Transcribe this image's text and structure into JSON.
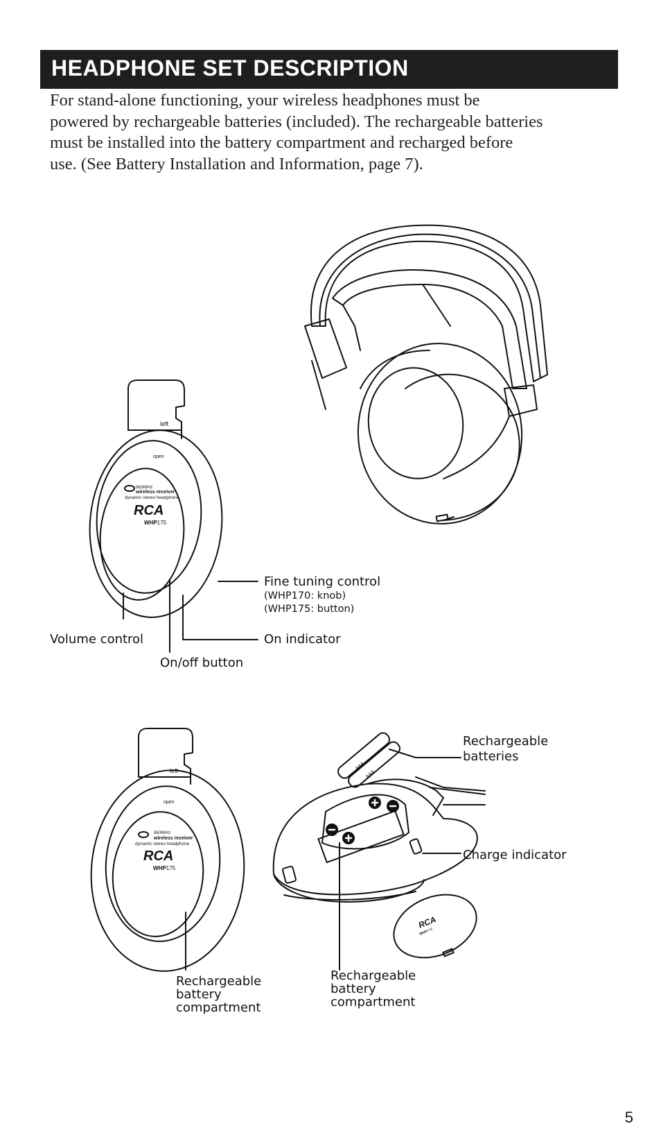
{
  "header": {
    "title": "HEADPHONE SET DESCRIPTION"
  },
  "intro": {
    "lines": [
      "For stand-alone functioning, your wireless headphones must be",
      "powered by rechargeable batteries (included). The rechargeable batteries",
      "must be installed into the battery compartment and recharged before",
      "use. (See Battery Installation and Information, page 7)."
    ]
  },
  "earcup": {
    "side_label": "left",
    "open_label": "open",
    "frequency": "863MHz",
    "receiver": "wireless receiver",
    "description": "dynamic stereo headphone",
    "brand": "RCA",
    "model_prefix": "WHP",
    "model_number": "175"
  },
  "battery_label": "AAA",
  "callouts": {
    "fine_tuning": "Fine tuning control",
    "fine_tuning_170": "(WHP170: knob)",
    "fine_tuning_175": "(WHP175: button)",
    "volume": "Volume control",
    "on_indicator": "On indicator",
    "on_off": "On/off button",
    "rechargeable_batteries_1": "Rechargeable",
    "rechargeable_batteries_2": "batteries",
    "charge_indicator": "Charge indicator",
    "compartment_left_1": "Rechargeable",
    "compartment_left_2": "battery",
    "compartment_left_3": "compartment",
    "compartment_right_1": "Rechargeable",
    "compartment_right_2": "battery",
    "compartment_right_3": "compartment"
  },
  "page_number": "5"
}
